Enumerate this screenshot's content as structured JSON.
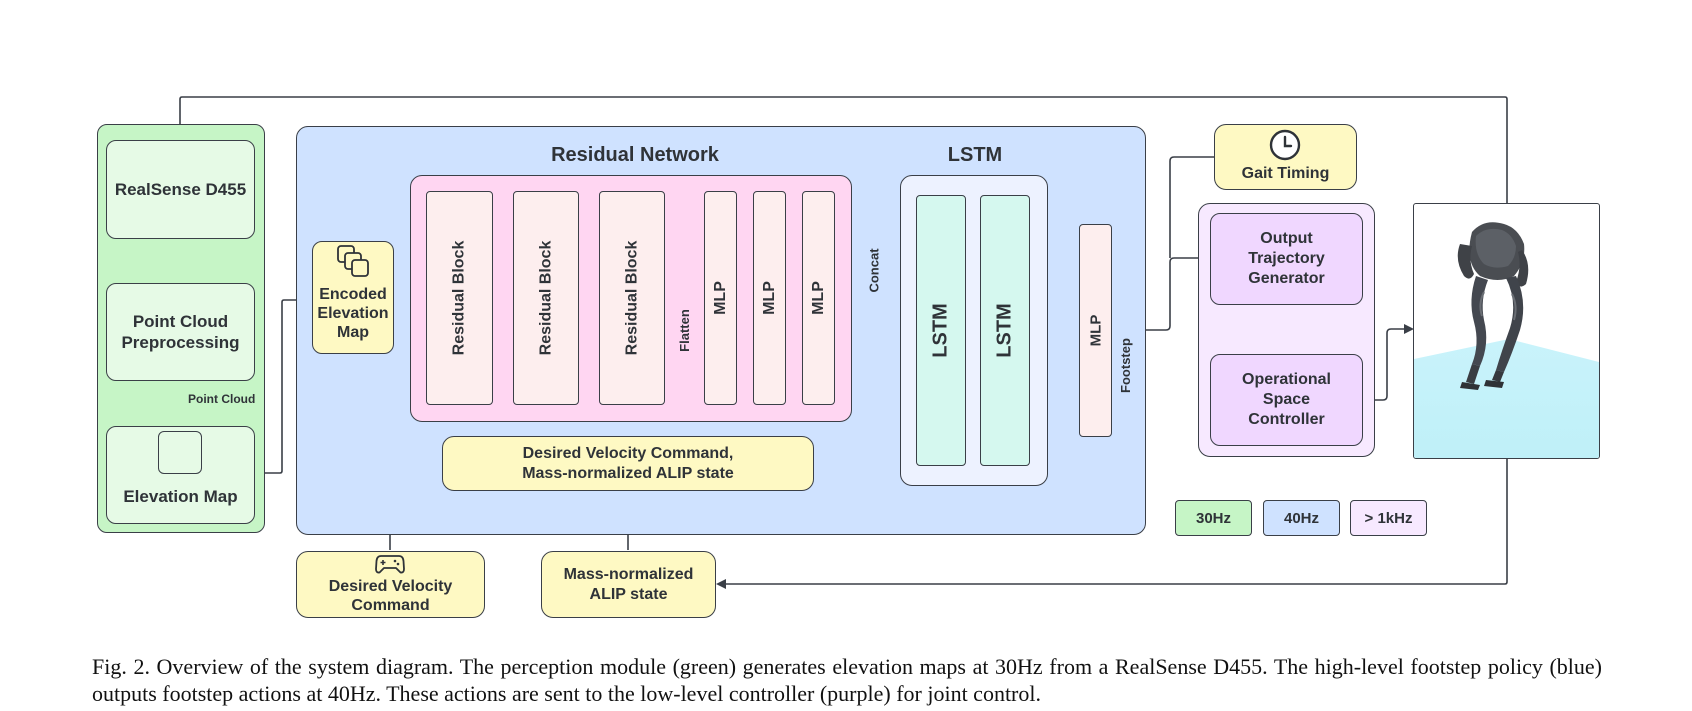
{
  "colors": {
    "perception": "#c6f5c6",
    "policy": "#cfe2ff",
    "controller": "#f7e9ff",
    "residual": "#ffd6f2",
    "lstm_group": "#edf2ff",
    "yellow": "#fef9c3",
    "light_green": "#e6fae6",
    "pink_block": "#fdeeee",
    "teal": "#d5f8ef",
    "purple_box": "#f0d7ff"
  },
  "perception": {
    "realsense": "RealSense D455",
    "point_cloud_preprocessing": "Point Cloud Preprocessing",
    "point_cloud_label": "Point Cloud",
    "elevation_map": "Elevation Map"
  },
  "policy": {
    "residual_network_title": "Residual Network",
    "lstm_title": "LSTM",
    "encoded_map": "Encoded Elevation Map",
    "residual_blocks": [
      "Residual Block",
      "Residual Block",
      "Residual Block"
    ],
    "flatten": "Flatten",
    "mlps": [
      "MLP",
      "MLP",
      "MLP"
    ],
    "concat": "Concat",
    "lstms": [
      "LSTM",
      "LSTM"
    ],
    "mlp_out": "MLP",
    "footstep": "Footstep",
    "state_box": "Desired Velocity Command, Mass-normalized ALIP state"
  },
  "inputs": {
    "desired_velocity": "Desired Velocity Command",
    "alip_state": "Mass-normalized ALIP state"
  },
  "controller": {
    "gait_timing": "Gait Timing",
    "output_trajectory_generator": "Output Trajectory Generator",
    "operational_space_controller": "Operational Space Controller"
  },
  "legend": [
    "30Hz",
    "40Hz",
    "> 1kHz"
  ],
  "caption": "Fig. 2.   Overview of the system diagram. The perception module (green) generates elevation maps at 30Hz from a RealSense D455. The high-level footstep policy (blue) outputs footstep actions at 40Hz. These actions are sent to the low-level controller (purple) for joint control."
}
